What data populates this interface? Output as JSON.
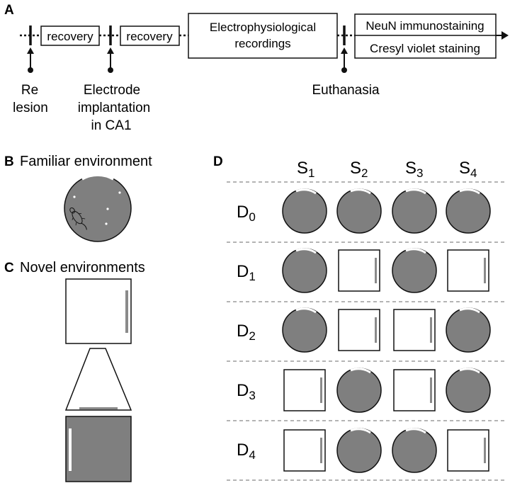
{
  "panels": {
    "a": "A",
    "b": "B",
    "c": "C",
    "d": "D"
  },
  "timeline": {
    "box_recovery_1": "recovery",
    "box_recovery_2": "recovery",
    "box_recordings_line1": "Electrophysiological",
    "box_recordings_line2": "recordings",
    "box_neun": "NeuN immunostaining",
    "box_cresyl": "Cresyl violet staining",
    "label_lesion_line1": "Re",
    "label_lesion_line2": "lesion",
    "label_implant_line1": "Electrode",
    "label_implant_line2": "implantation",
    "label_implant_line3": "in CA1",
    "label_euthanasia": "Euthanasia"
  },
  "familiar": {
    "title": "Familiar environment"
  },
  "novel": {
    "title": "Novel environments"
  },
  "protocol": {
    "sessions": [
      {
        "letter": "S",
        "sub": "1"
      },
      {
        "letter": "S",
        "sub": "2"
      },
      {
        "letter": "S",
        "sub": "3"
      },
      {
        "letter": "S",
        "sub": "4"
      }
    ],
    "days": [
      {
        "letter": "D",
        "sub": "0",
        "envs": [
          "circle",
          "circle",
          "circle",
          "circle"
        ]
      },
      {
        "letter": "D",
        "sub": "1",
        "envs": [
          "circle",
          "square",
          "circle",
          "square"
        ]
      },
      {
        "letter": "D",
        "sub": "2",
        "envs": [
          "circle",
          "square",
          "square",
          "circle"
        ]
      },
      {
        "letter": "D",
        "sub": "3",
        "envs": [
          "square",
          "circle",
          "square",
          "circle"
        ]
      },
      {
        "letter": "D",
        "sub": "4",
        "envs": [
          "square",
          "circle",
          "circle",
          "square"
        ]
      }
    ]
  },
  "colors": {
    "arena_fill": "#7f7f7f",
    "cue_white": "#ffffff",
    "cue_gray": "#8a8a8a",
    "stroke": "#111111"
  }
}
